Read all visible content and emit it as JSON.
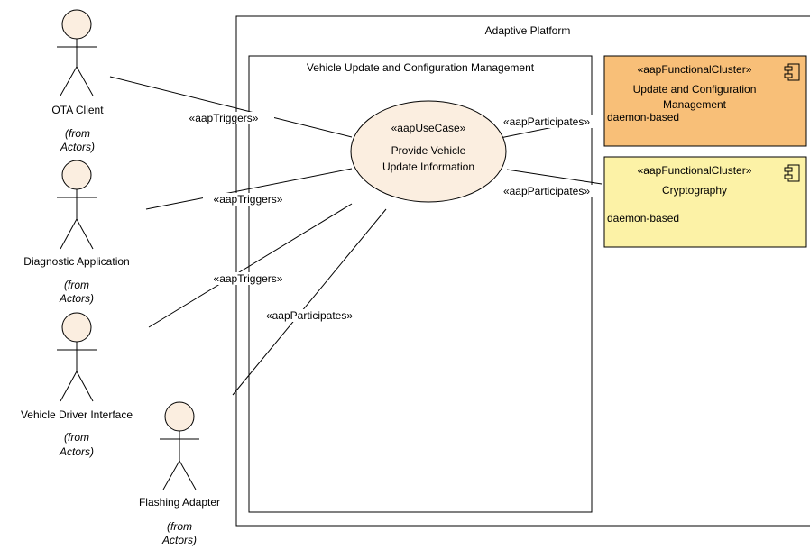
{
  "boundaries": {
    "outer": "Adaptive Platform",
    "inner": "Vehicle Update and Configuration Management"
  },
  "usecase": {
    "stereotype": "«aapUseCase»",
    "line1": "Provide Vehicle",
    "line2": "Update Information"
  },
  "actors": [
    {
      "name": "OTA Client",
      "from1": "(from",
      "from2": "Actors)"
    },
    {
      "name": "Diagnostic Application",
      "from1": "(from",
      "from2": "Actors)"
    },
    {
      "name": "Vehicle Driver Interface",
      "from1": "(from",
      "from2": "Actors)"
    },
    {
      "name": "Flashing Adapter",
      "from1": "(from",
      "from2": "Actors)"
    }
  ],
  "components": [
    {
      "stereotype": "«aapFunctionalCluster»",
      "title1": "Update and Configuration",
      "title2": "Management",
      "note": "daemon-based",
      "fill": "#f8bf78",
      "stroke": "#000000"
    },
    {
      "stereotype": "«aapFunctionalCluster»",
      "title1": "Cryptography",
      "note": "daemon-based",
      "fill": "#fcf2a6",
      "stroke": "#000000"
    }
  ],
  "connections": [
    {
      "label": "«aapTriggers»"
    },
    {
      "label": "«aapTriggers»"
    },
    {
      "label": "«aapTriggers»"
    },
    {
      "label": "«aapParticipates»"
    },
    {
      "label": "«aapParticipates»"
    },
    {
      "label": "«aapParticipates»"
    }
  ],
  "colors": {
    "actor_head": "#fbeee0",
    "usecase_fill": "#fbeee0"
  }
}
